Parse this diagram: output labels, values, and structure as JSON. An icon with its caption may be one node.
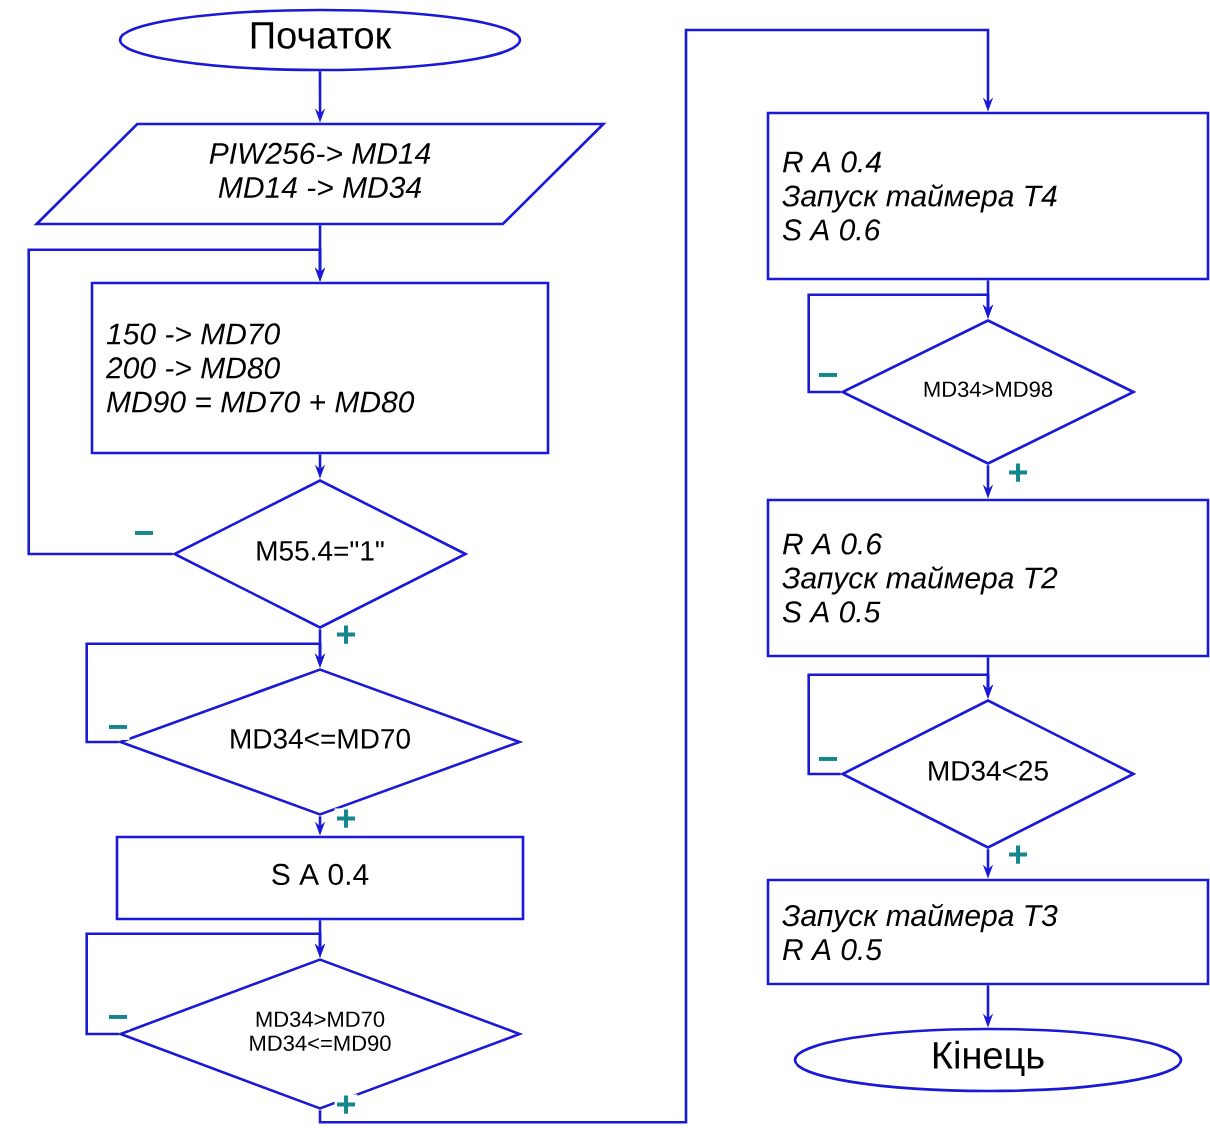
{
  "diagram": {
    "nodes": [
      {
        "text": [
          "Початок"
        ]
      },
      {
        "text": [
          "PIW256-> MD14",
          "MD14 -> MD34"
        ]
      },
      {
        "text": [
          "150 -> MD70",
          "200 -> MD80",
          "MD90 = MD70 + MD80"
        ]
      },
      {
        "text": [
          "M55.4=\"1\""
        ]
      },
      {
        "text": [
          "MD34<=MD70"
        ]
      },
      {
        "text": [
          "S A 0.4"
        ]
      },
      {
        "text": [
          "MD34>MD70",
          "MD34<=MD90"
        ]
      },
      {
        "text": [
          "R A 0.4",
          "Запуск таймера T4",
          "S A 0.6"
        ]
      },
      {
        "text": [
          "MD34>MD98"
        ]
      },
      {
        "text": [
          "R A 0.6",
          "Запуск таймера T2",
          "S A 0.5"
        ]
      },
      {
        "text": [
          "MD34<25"
        ]
      },
      {
        "text": [
          "Запуск таймера T3",
          "R A 0.5"
        ]
      },
      {
        "text": [
          "Кінець"
        ]
      }
    ],
    "edges": [
      {
        "from": 0,
        "to": 1,
        "arrow": "to"
      },
      {
        "from": 1,
        "to": 2,
        "arrow": "to"
      },
      {
        "from": 2,
        "to": 3,
        "arrow": "to"
      },
      {
        "from": 3,
        "to": 2,
        "arrow": "to",
        "label": "−"
      },
      {
        "from": 3,
        "to": 4,
        "arrow": "to",
        "label": "+"
      },
      {
        "from": 4,
        "to": 4,
        "arrow": "to",
        "label": "−"
      },
      {
        "from": 4,
        "to": 5,
        "arrow": "to",
        "label": "+"
      },
      {
        "from": 5,
        "to": 6,
        "arrow": "to"
      },
      {
        "from": 6,
        "to": 6,
        "arrow": "to",
        "label": "−"
      },
      {
        "from": 6,
        "to": 7,
        "arrow": "to",
        "label": "+"
      },
      {
        "from": 7,
        "to": 8,
        "arrow": "to"
      },
      {
        "from": 8,
        "to": 8,
        "arrow": "to",
        "label": "−"
      },
      {
        "from": 8,
        "to": 9,
        "arrow": "to",
        "label": "+"
      },
      {
        "from": 9,
        "to": 10,
        "arrow": "to"
      },
      {
        "from": 10,
        "to": 10,
        "arrow": "to",
        "label": "−"
      },
      {
        "from": 10,
        "to": 11,
        "arrow": "to",
        "label": "+"
      },
      {
        "from": 11,
        "to": 12,
        "arrow": "to"
      }
    ]
  }
}
